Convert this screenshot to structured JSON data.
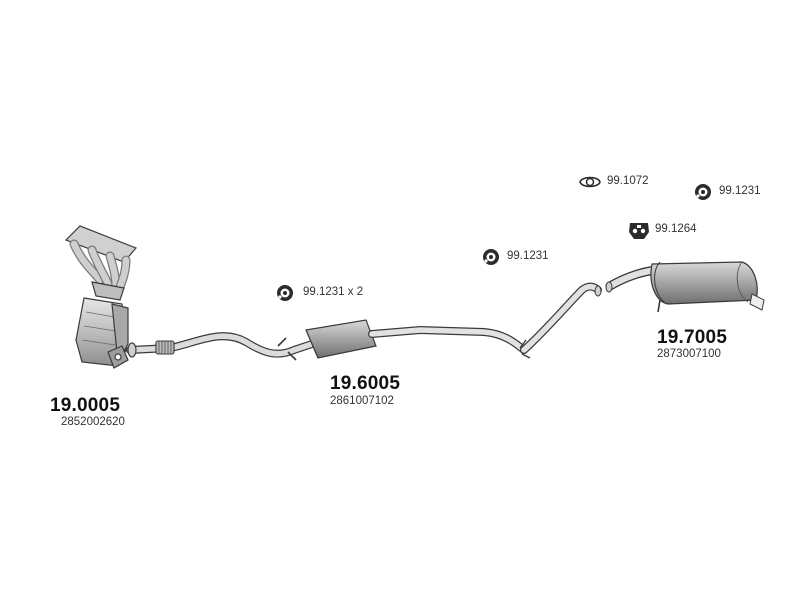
{
  "parts": {
    "manifold": {
      "part_no": "19.0005",
      "oe_no": "2852002620"
    },
    "front_pipe": {
      "part_no": "19.6005",
      "oe_no": "2861007102"
    },
    "rear_muffler": {
      "part_no": "19.7005",
      "oe_no": "2873007100"
    }
  },
  "accessories": {
    "mount_front": {
      "label": "99.1231 x 2",
      "icon": "rubber-mount-icon"
    },
    "mount_middle": {
      "label": "99.1231",
      "icon": "rubber-mount-icon"
    },
    "gasket": {
      "label": "99.1072",
      "icon": "gasket-ring-icon"
    },
    "mount_rear": {
      "label": "99.1231",
      "icon": "rubber-mount-icon"
    },
    "hanger": {
      "label": "99.1264",
      "icon": "hanger-mount-icon"
    }
  },
  "colors": {
    "background": "#ffffff",
    "part_fill": "#c8c8c8",
    "outline": "#3a3a3a",
    "icon": "#2b2b2b"
  }
}
